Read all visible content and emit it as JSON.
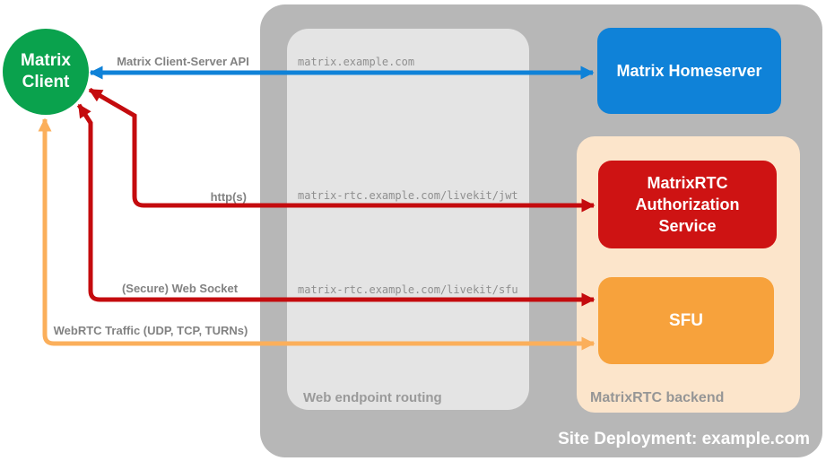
{
  "client": {
    "line1": "Matrix",
    "line2": "Client"
  },
  "site": {
    "label": "Site Deployment: example.com"
  },
  "routing": {
    "title": "Web endpoint routing"
  },
  "backend": {
    "title": "MatrixRTC backend"
  },
  "nodes": {
    "homeserver": {
      "label": "Matrix Homeserver"
    },
    "auth": {
      "label": "MatrixRTC Authorization Service"
    },
    "sfu": {
      "label": "SFU"
    }
  },
  "connections": [
    {
      "label": "Matrix Client-Server API",
      "endpoint": "matrix.example.com",
      "color": "#0f82d8"
    },
    {
      "label": "http(s)",
      "endpoint": "matrix-rtc.example.com/livekit/jwt",
      "color": "#c40b0e"
    },
    {
      "label": "(Secure) Web Socket",
      "endpoint": "matrix-rtc.example.com/livekit/sfu",
      "color": "#c40b0e"
    },
    {
      "label": "WebRTC Traffic (UDP, TCP, TURNs)",
      "color": "#fbaf5b"
    }
  ],
  "colors": {
    "outer_box": "#b7b7b7",
    "routing_box": "#e4e4e4",
    "backend_box": "#fce5cb",
    "client_green": "#0aa24d",
    "homeserver_blue": "#0f82d8",
    "auth_red": "#ce1313",
    "sfu_orange": "#f7a23c",
    "arrow_blue": "#0f82d8",
    "arrow_red": "#c40b0e",
    "arrow_orange": "#fbaf5b",
    "label_gray": "#828282",
    "endpoint_gray": "#8f8f8f"
  }
}
